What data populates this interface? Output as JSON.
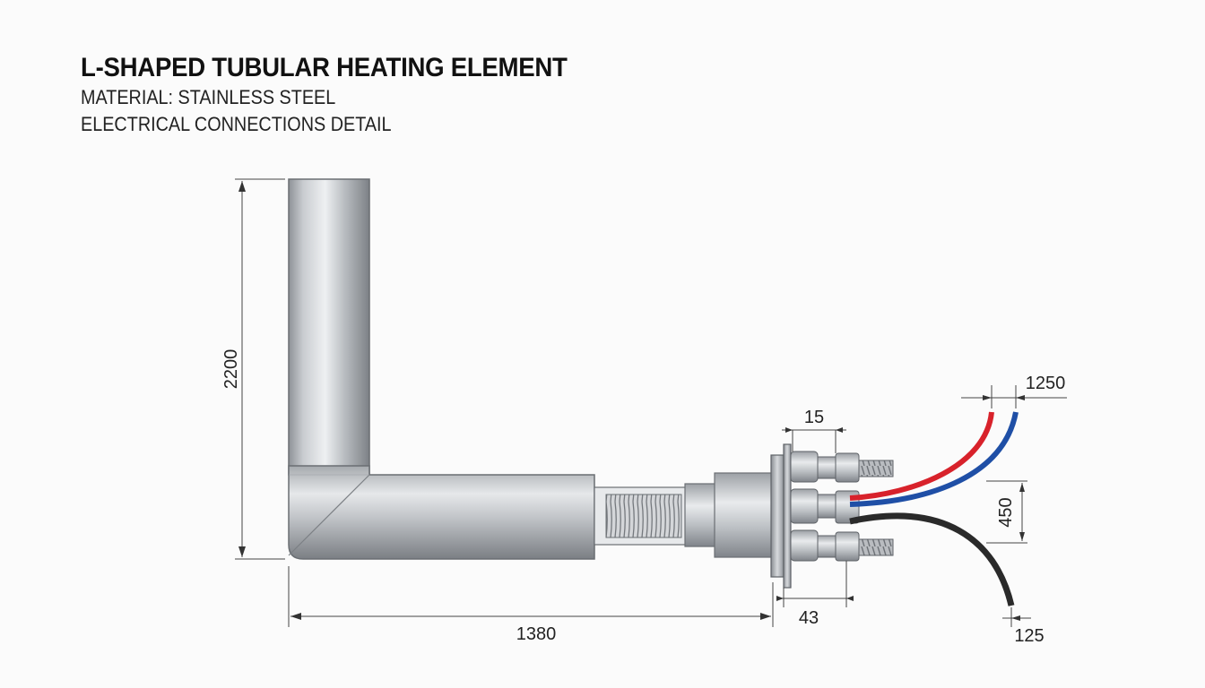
{
  "header": {
    "title": "L-SHAPED TUBULAR HEATING ELEMENT",
    "material": "MATERIAL: STAINLESS STEEL",
    "detail": "ELECTRICAL CONNECTIONS DETAIL"
  },
  "dimensions": {
    "vertical_height": "2200",
    "horizontal_length": "1380",
    "terminal_width": "15",
    "flange_offset": "43",
    "wire_spacing": "1250",
    "terminal_spacing": "450",
    "wire_end": "125"
  },
  "colors": {
    "wire_red": "#d8222b",
    "wire_blue": "#1f4fa6",
    "wire_black": "#2a2a2a",
    "steel": "#b8bcc0"
  }
}
